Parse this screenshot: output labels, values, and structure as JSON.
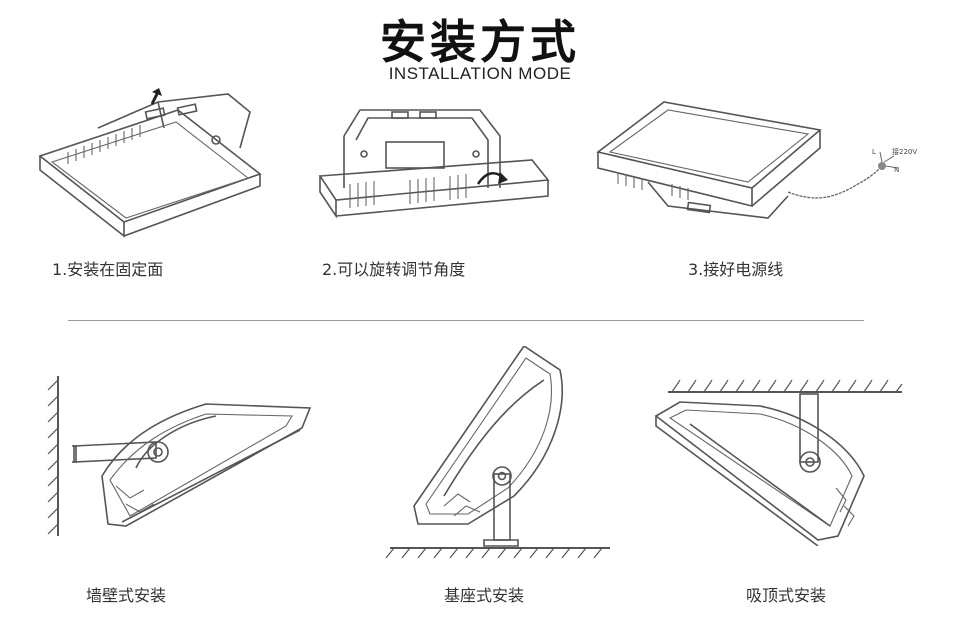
{
  "header": {
    "title": "安装方式",
    "subtitle": "INSTALLATION MODE"
  },
  "steps": [
    {
      "label": "1.安装在固定面"
    },
    {
      "label": "2.可以旋转调节角度"
    },
    {
      "label": "3.接好电源线"
    }
  ],
  "wiring": {
    "voltage": "接220V",
    "line_l": "L",
    "line_n": "N"
  },
  "modes": [
    {
      "label": "墙壁式安装"
    },
    {
      "label": "基座式安装"
    },
    {
      "label": "吸顶式安装"
    }
  ]
}
